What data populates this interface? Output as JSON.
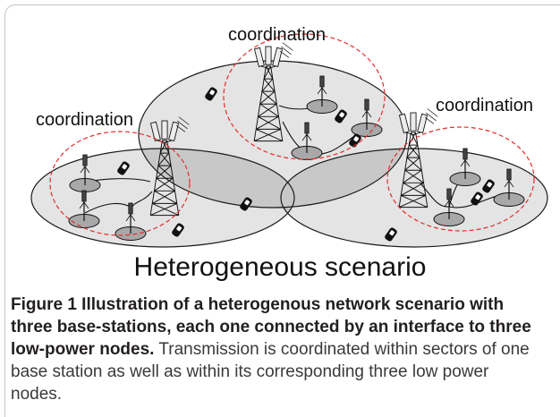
{
  "figure": {
    "coordination_labels": {
      "top": "coordination",
      "left": "coordination",
      "right": "coordination"
    },
    "scenario_title": "Heterogeneous scenario"
  },
  "caption": {
    "bold_lines": [
      "Figure 1 Illustration of a heterogenous network scenario with",
      "three base-stations, each one connected by an interface to three",
      "low-power nodes."
    ],
    "regular_lines": [
      "Transmission is coordinated within sectors of one",
      "base station as well as within its corresponding three low power",
      "nodes."
    ]
  },
  "colors": {
    "coordination_dash": "#e32b2b",
    "cell_fill": "#e4e4e4",
    "cell_overlap_fill": "#c8c8c8",
    "node_fill": "#a8a8a8"
  },
  "icons": {
    "base_station": "base-station-tower-icon",
    "low_power_node": "low-power-node-icon",
    "user": "mobile-phone-icon"
  }
}
